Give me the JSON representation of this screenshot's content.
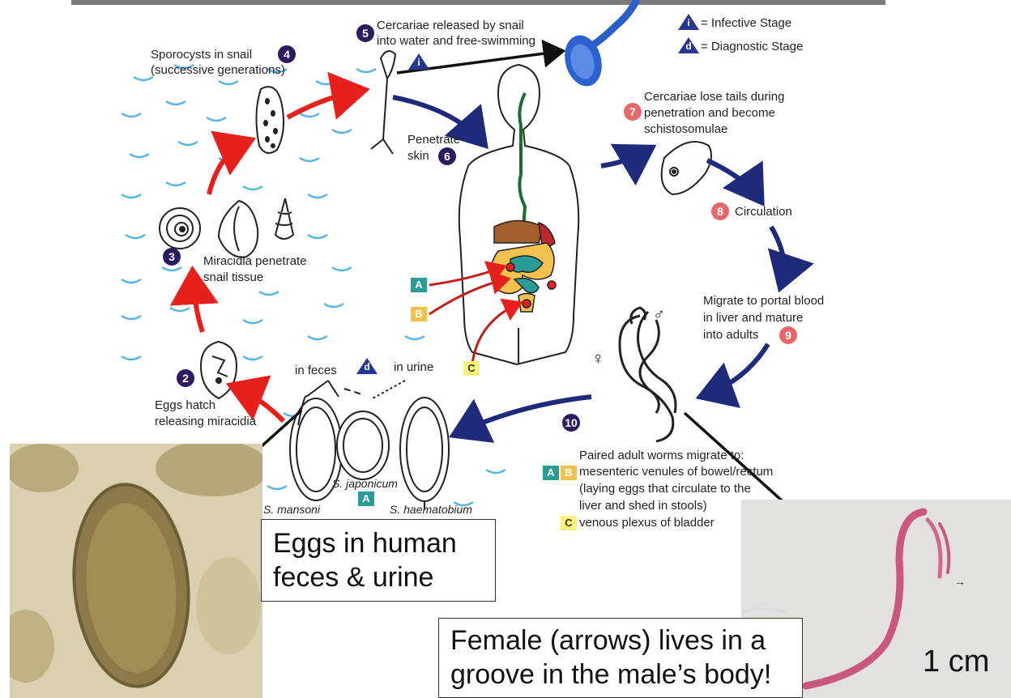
{
  "legend": {
    "infective_symbol": "i",
    "infective_text": "= Infective Stage",
    "diagnostic_symbol": "d",
    "diagnostic_text": "= Diagnostic Stage"
  },
  "steps": {
    "s2": {
      "num": "2",
      "line1": "Eggs hatch",
      "line2": "releasing miracidia"
    },
    "s3": {
      "num": "3",
      "line1": "Miracidia penetrate",
      "line2": "snail tissue"
    },
    "s4": {
      "num": "4",
      "line1": "Sporocysts in snail",
      "line2": "(successive generations)"
    },
    "s5": {
      "num": "5",
      "line1": "Cercariae released by snail",
      "line2": "into water and free-swimming"
    },
    "s6": {
      "num": "6",
      "line1": "Penetrate",
      "line2": "skin"
    },
    "s7": {
      "num": "7",
      "line1": "Cercariae lose tails during",
      "line2": "penetration and become",
      "line3": "schistosomulae"
    },
    "s8": {
      "num": "8",
      "label": "Circulation"
    },
    "s9": {
      "num": "9",
      "line1": "Migrate to portal blood",
      "line2": "in liver and mature",
      "line3": "into adults"
    },
    "s10": {
      "num": "10",
      "line1": "Paired adult worms migrate to:",
      "line2": "mesenteric venules of bowel/rectum",
      "line3": "(laying eggs that circulate to the",
      "line4": "liver and shed in stools)",
      "line5": "venous plexus of bladder"
    }
  },
  "sites": {
    "a": "A",
    "b": "B",
    "c": "C"
  },
  "eggs": {
    "in_feces": "in feces",
    "in_urine": "in urine",
    "mansoni": "S. mansoni",
    "japonicum": "S. japonicum",
    "haematobium": "S. haematobium"
  },
  "symbols": {
    "female": "♀",
    "male": "♂"
  },
  "callouts": {
    "eggs_box_line1": "Eggs in human",
    "eggs_box_line2": "feces & urine",
    "female_box_line1": "Female (arrows) lives in a",
    "female_box_line2": "groove in the male’s body!",
    "scale": "1 cm",
    "arrow_glyph": "→"
  },
  "colors": {
    "dark_arrow": "#1f2a7a",
    "red_arrow": "#e8201c",
    "water": "#3aa7e0",
    "number_dark": "#2e1a5e",
    "number_red": "#e8676a"
  }
}
